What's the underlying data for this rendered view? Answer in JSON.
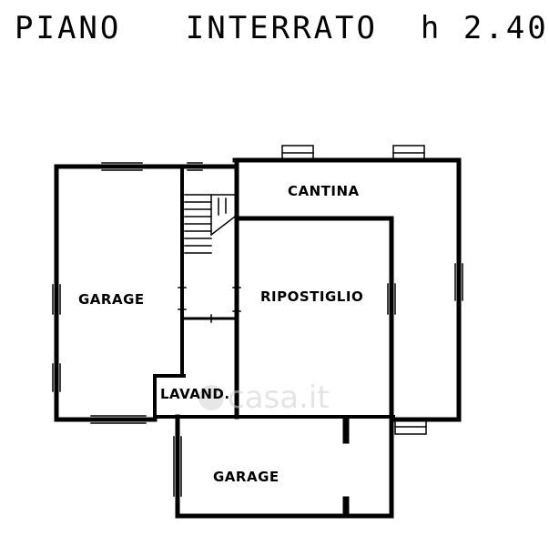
{
  "title": "PIANO   INTERRATO  h 2.40",
  "rooms": {
    "garage_left": "GARAGE",
    "cantina": "CANTINA",
    "ripostiglio": "RIPOSTIGLIO",
    "lavanderia": "LAVAND.",
    "garage_bottom": "GARAGE"
  },
  "watermark": "casa.it",
  "colors": {
    "ink": "#000000",
    "background": "#ffffff",
    "watermark": "#cfcfcf"
  }
}
